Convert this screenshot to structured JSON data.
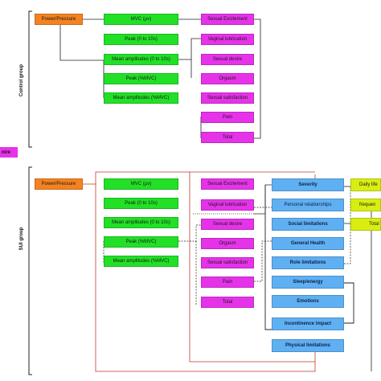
{
  "control": {
    "group_label": "Control group",
    "emg": [
      "Power/Pressure",
      "MVC (µv)",
      "Peak (0 to 10s)",
      "Mean amplitudes (0 to 10s)",
      "Peak (%MVC)",
      "Mean amplitudes (%MVC)"
    ],
    "fsfi": [
      "Sexual Excitement",
      "Vaginal lubrication",
      "Sexual desire",
      "Orgasm",
      "Sexual satisfaction",
      "Pain",
      "Total"
    ]
  },
  "sui": {
    "group_label": "SUI group",
    "emg": [
      "Power/Pressure",
      "MVC (µv)",
      "Peak (0 to 10s)",
      "Mean amplitudes (0 to 10s)",
      "Peak (%MVC)",
      "Mean amplitudes (%MVC)"
    ],
    "fsfi": [
      "Sexual Excitement",
      "Vaginal lubrication",
      "Sexual desire",
      "Orgasm",
      "Sexual satisfaction",
      "Pain",
      "Total"
    ],
    "khq": [
      "Severity",
      "Personal relationships",
      "Social limitations",
      "General Health",
      "Role limitations",
      "Sleep/energy",
      "Emotions",
      "Incontinence impact",
      "Physical limitations"
    ],
    "iciq": [
      "Daily life",
      "frequen",
      "Total"
    ]
  },
  "side_label": "nire",
  "colors": {
    "orange": "#f58220",
    "green": "#22e026",
    "magenta": "#e633ea",
    "blue": "#5fb0f3",
    "yellow": "#d8ee12"
  }
}
